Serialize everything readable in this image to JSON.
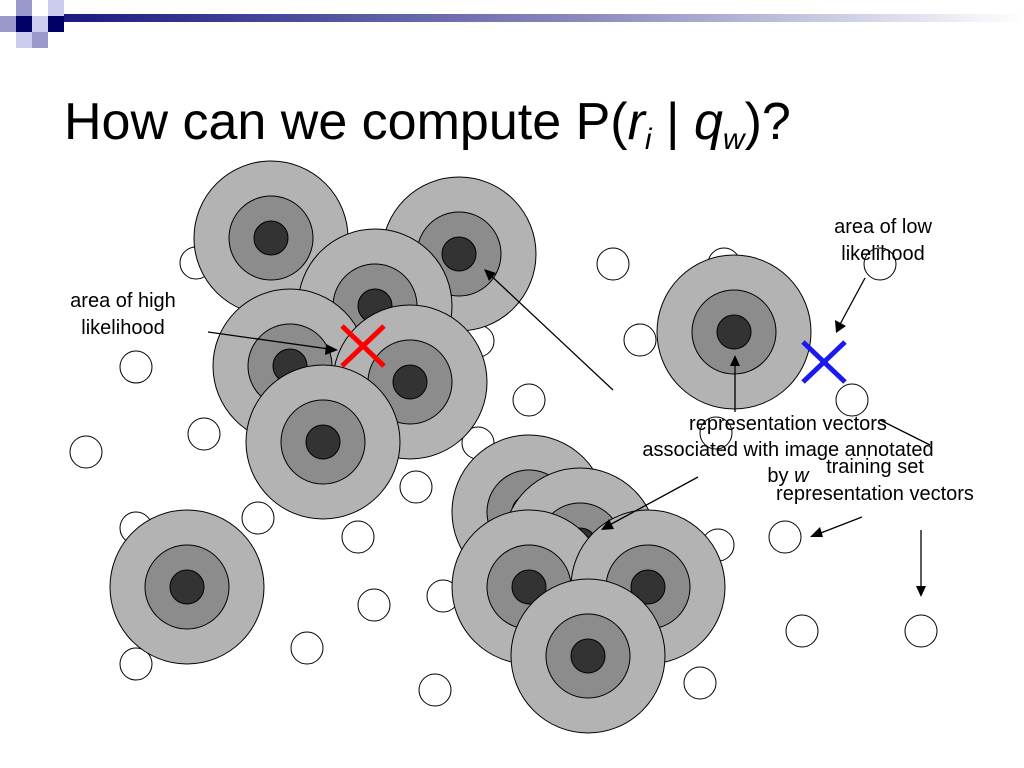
{
  "title": {
    "prefix": "How can we compute P(",
    "var_r": "r",
    "sub_i": "i",
    "bar": " | ",
    "var_q": "q",
    "sub_w": "w",
    "suffix": ")?"
  },
  "labels": {
    "high_likelihood": [
      "area of high",
      "likelihood"
    ],
    "low_likelihood": [
      "area of low",
      "likelihood"
    ],
    "rep_vectors": [
      "representation vectors",
      "associated with image annotated"
    ],
    "rep_vectors_by": "by ",
    "rep_vectors_w": "w",
    "training_set": [
      "training set",
      "representation vectors"
    ]
  },
  "colors": {
    "outer_ring": "#b3b3b3",
    "middle_ring": "#8c8c8c",
    "core": "#333333",
    "high_marker": "#ff0000",
    "low_marker": "#1a1aee",
    "header_navy": "#000066"
  },
  "icons": {
    "high_marker": "x-mark-icon",
    "low_marker": "x-mark-icon"
  }
}
